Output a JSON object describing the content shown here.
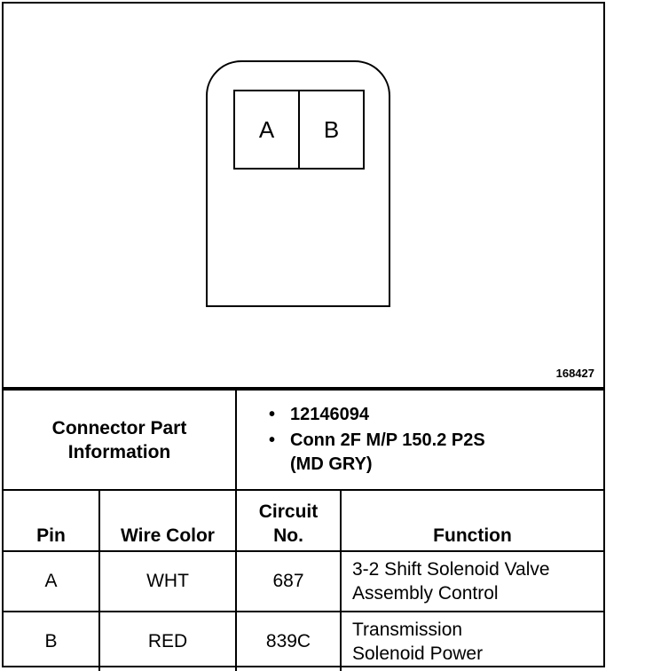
{
  "figure": {
    "cavity_labels": [
      "A",
      "B"
    ],
    "figure_number": "168427"
  },
  "connector_info": {
    "label_line1": "Connector Part",
    "label_line2": "Information",
    "items": [
      "12146094",
      "Conn 2F M/P 150.2 P2S",
      "(MD GRY)"
    ],
    "bullet": "•"
  },
  "table": {
    "headers": {
      "pin": "Pin",
      "wire_color": "Wire Color",
      "circuit_line1": "Circuit",
      "circuit_line2": "No.",
      "function": "Function"
    },
    "rows": [
      {
        "pin": "A",
        "wire_color": "WHT",
        "circuit": "687",
        "function_line1": "3-2 Shift Solenoid Valve",
        "function_line2": "Assembly Control"
      },
      {
        "pin": "B",
        "wire_color": "RED",
        "circuit": "839C",
        "function_line1": "Transmission",
        "function_line2": "Solenoid Power"
      }
    ]
  }
}
